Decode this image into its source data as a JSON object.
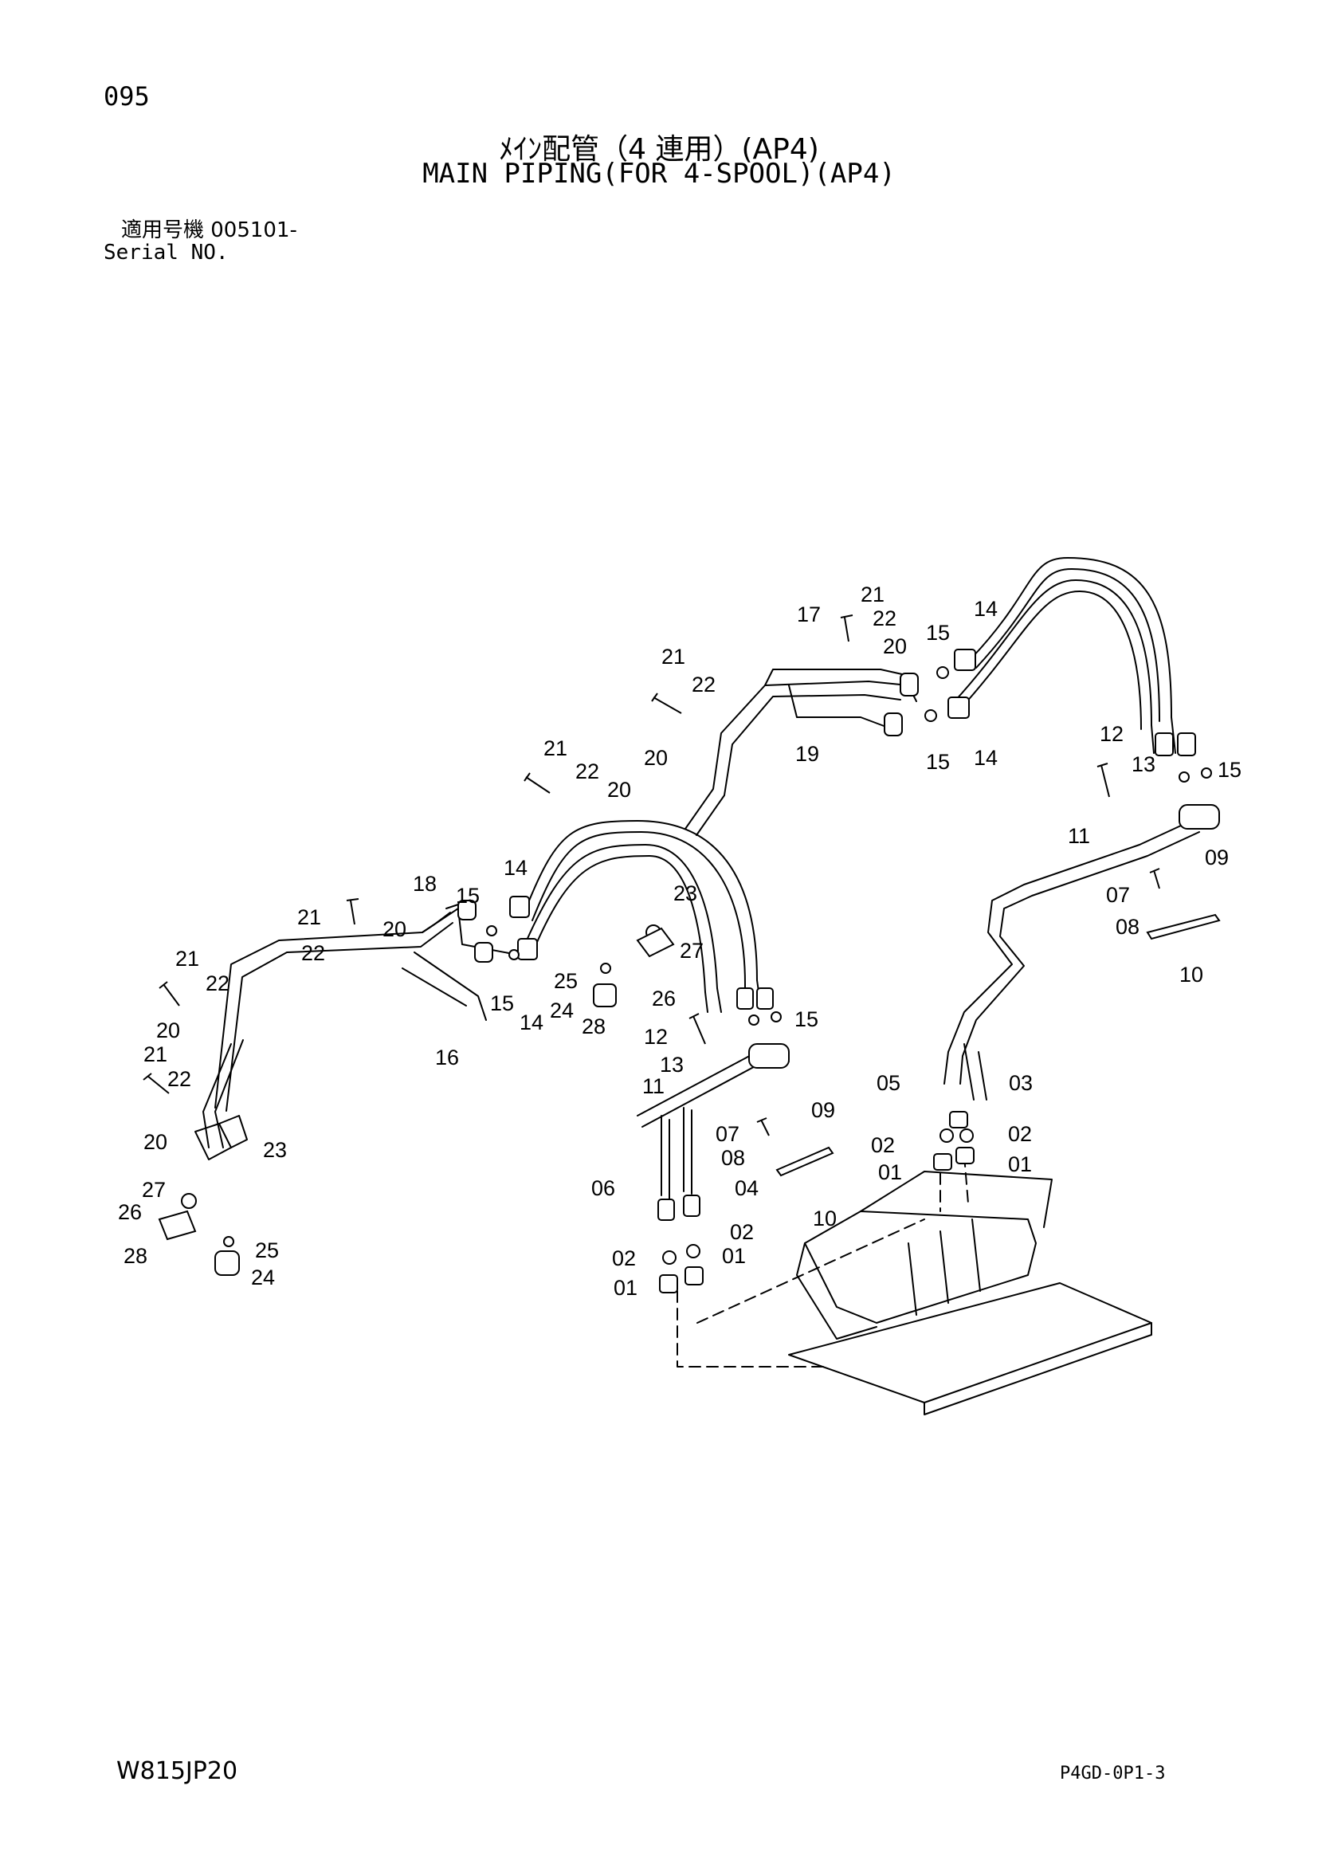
{
  "header": {
    "page_number": "095",
    "title_jp": "ﾒｲﾝ配管（4 連用）(AP4)",
    "title_en": "MAIN PIPING(FOR 4-SPOOL)(AP4)",
    "serial_jp": "適用号機 005101-",
    "serial_en": "Serial NO."
  },
  "footer": {
    "model_code": "W815JP20",
    "drawing_code": "P4GD-0P1-3"
  },
  "callouts": [
    {
      "label": "21"
    },
    {
      "label": "22"
    },
    {
      "label": "17"
    },
    {
      "label": "20"
    },
    {
      "label": "15"
    },
    {
      "label": "14"
    },
    {
      "label": "21"
    },
    {
      "label": "22"
    },
    {
      "label": "20"
    },
    {
      "label": "19"
    },
    {
      "label": "15"
    },
    {
      "label": "14"
    },
    {
      "label": "21"
    },
    {
      "label": "22"
    },
    {
      "label": "20"
    },
    {
      "label": "12"
    },
    {
      "label": "13"
    },
    {
      "label": "15"
    },
    {
      "label": "11"
    },
    {
      "label": "09"
    },
    {
      "label": "07"
    },
    {
      "label": "08"
    },
    {
      "label": "10"
    },
    {
      "label": "18"
    },
    {
      "label": "15"
    },
    {
      "label": "14"
    },
    {
      "label": "23"
    },
    {
      "label": "21"
    },
    {
      "label": "20"
    },
    {
      "label": "22"
    },
    {
      "label": "27"
    },
    {
      "label": "25"
    },
    {
      "label": "26"
    },
    {
      "label": "15"
    },
    {
      "label": "14"
    },
    {
      "label": "24"
    },
    {
      "label": "28"
    },
    {
      "label": "16"
    },
    {
      "label": "15"
    },
    {
      "label": "12"
    },
    {
      "label": "13"
    },
    {
      "label": "21"
    },
    {
      "label": "22"
    },
    {
      "label": "20"
    },
    {
      "label": "21"
    },
    {
      "label": "22"
    },
    {
      "label": "20"
    },
    {
      "label": "11"
    },
    {
      "label": "09"
    },
    {
      "label": "07"
    },
    {
      "label": "08"
    },
    {
      "label": "05"
    },
    {
      "label": "03"
    },
    {
      "label": "02"
    },
    {
      "label": "02"
    },
    {
      "label": "01"
    },
    {
      "label": "01"
    },
    {
      "label": "06"
    },
    {
      "label": "04"
    },
    {
      "label": "10"
    },
    {
      "label": "23"
    },
    {
      "label": "27"
    },
    {
      "label": "26"
    },
    {
      "label": "25"
    },
    {
      "label": "28"
    },
    {
      "label": "24"
    },
    {
      "label": "02"
    },
    {
      "label": "02"
    },
    {
      "label": "01"
    },
    {
      "label": "01"
    }
  ]
}
